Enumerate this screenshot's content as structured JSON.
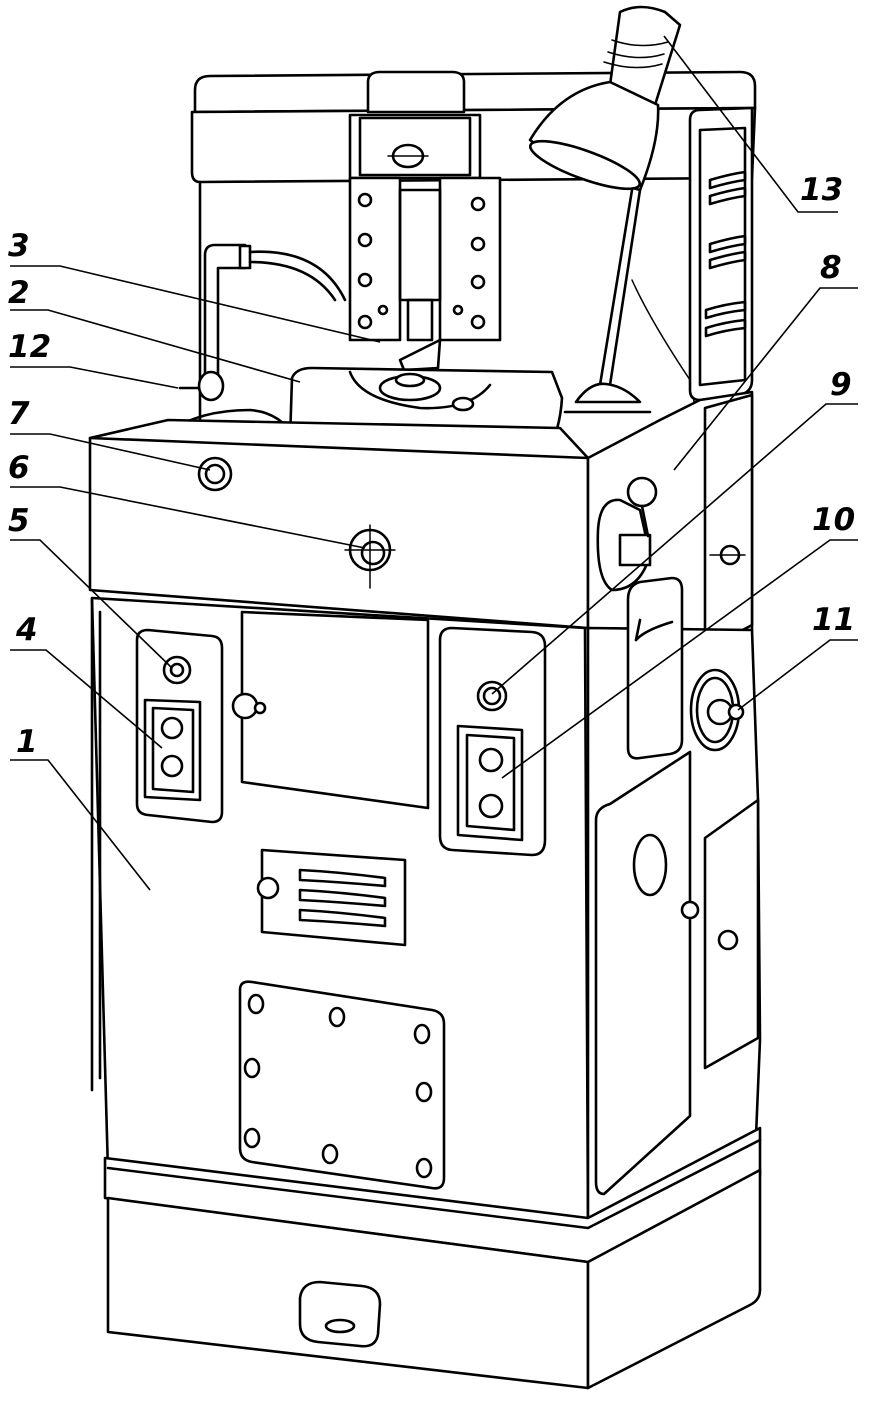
{
  "callouts": [
    {
      "id": "1",
      "text": "1"
    },
    {
      "id": "2",
      "text": "2"
    },
    {
      "id": "3",
      "text": "3"
    },
    {
      "id": "4",
      "text": "4"
    },
    {
      "id": "5",
      "text": "5"
    },
    {
      "id": "6",
      "text": "6"
    },
    {
      "id": "7",
      "text": "7"
    },
    {
      "id": "8",
      "text": "8"
    },
    {
      "id": "9",
      "text": "9"
    },
    {
      "id": "10",
      "text": "10"
    },
    {
      "id": "11",
      "text": "11"
    },
    {
      "id": "12",
      "text": "12"
    },
    {
      "id": "13",
      "text": "13"
    }
  ],
  "colors": {
    "line": "#000000",
    "background": "#ffffff"
  }
}
